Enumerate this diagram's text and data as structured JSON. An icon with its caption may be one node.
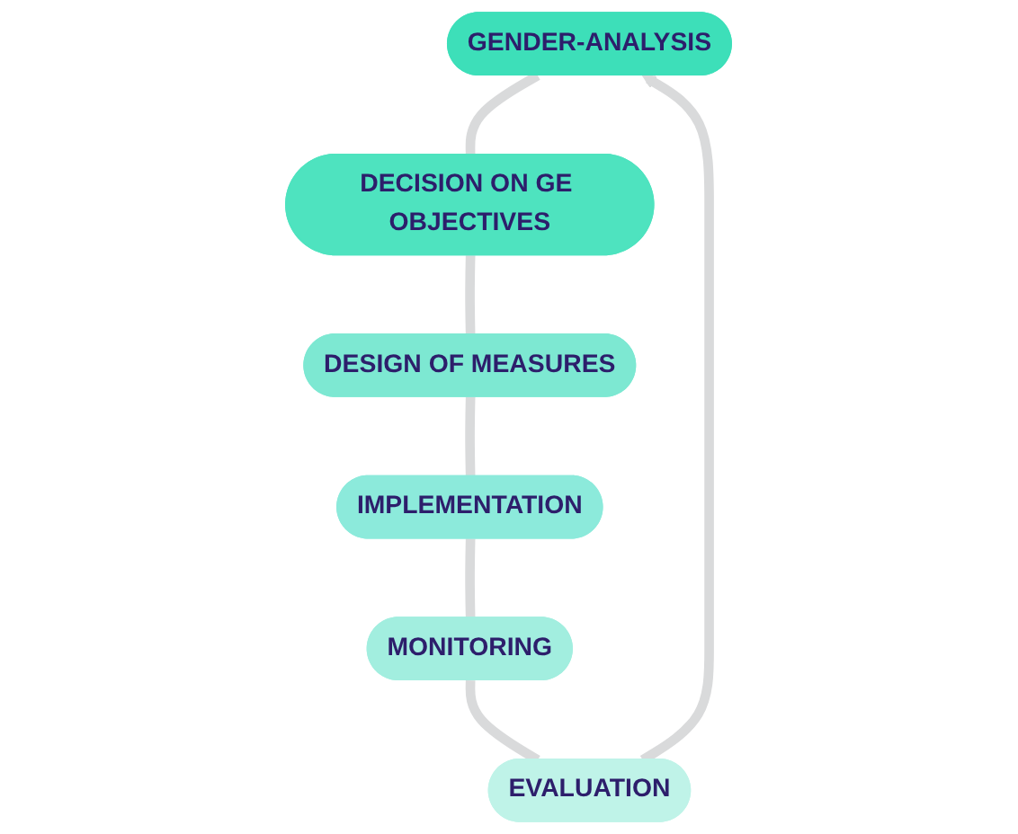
{
  "diagram": {
    "nodes": [
      {
        "text": [
          "GENDER-ANALYSIS"
        ]
      },
      {
        "text": [
          "DECISION ON GE OBJECTIVES"
        ]
      },
      {
        "text": [
          "DESIGN OF MEASURES"
        ]
      },
      {
        "text": [
          "IMPLEMENTATION"
        ]
      },
      {
        "text": [
          "MONITORING"
        ]
      },
      {
        "text": [
          "EVALUATION"
        ]
      }
    ],
    "edges": [
      {
        "from": 0,
        "to": 1,
        "arrow": "none"
      },
      {
        "from": 1,
        "to": 2,
        "arrow": "none"
      },
      {
        "from": 2,
        "to": 3,
        "arrow": "none"
      },
      {
        "from": 3,
        "to": 4,
        "arrow": "none"
      },
      {
        "from": 4,
        "to": 5,
        "arrow": "none"
      },
      {
        "from": 5,
        "to": 0,
        "arrow": "to"
      }
    ]
  }
}
